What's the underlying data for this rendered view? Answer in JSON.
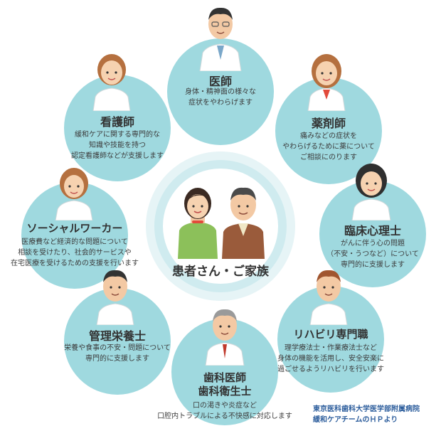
{
  "center": {
    "label": "患者さん・ご家族"
  },
  "roles": {
    "doctor": {
      "title": "医師",
      "desc": [
        "身体・精神面の様々な",
        "症状をやわらげます"
      ]
    },
    "nurse": {
      "title": "看護師",
      "desc": [
        "緩和ケアに関する専門的な",
        "知識や技能を持つ",
        "認定看護師などが支援します"
      ]
    },
    "pharmacist": {
      "title": "薬剤師",
      "desc": [
        "痛みなどの症状を",
        "やわらげるために薬について",
        "ご相談にのります"
      ]
    },
    "social_worker": {
      "title": "ソーシャルワーカー",
      "desc": [
        "医療費など経済的な問題について",
        "相談を受けたり、社会的サービスや",
        "在宅医療を受けるための支援を行います"
      ]
    },
    "psychologist": {
      "title": "臨床心理士",
      "desc": [
        "がんに伴う心の問題",
        "（不安・うつなど）について",
        "専門的に支援します"
      ]
    },
    "dietitian": {
      "title": "管理栄養士",
      "desc": [
        "栄養や食事の不安・問題について",
        "専門的に支援します"
      ]
    },
    "rehab": {
      "title": "リハビリ専門職",
      "desc": [
        "理学療法士・作業療法士など",
        "身体の機能を活用し、安全安楽に",
        "過ごせるようリハビリを行います"
      ]
    },
    "dentist": {
      "title1": "歯科医師",
      "title2": "歯科衛生士",
      "desc": [
        "口の渇きや炎症など",
        "口腔内トラブルによる不快感に対応します"
      ]
    }
  },
  "credit": [
    "東京医科歯科大学医学部附属病院",
    "緩和ケアチームのＨＰより"
  ],
  "colors": {
    "node": "#9fd9df",
    "halo": "#cfebef",
    "credit": "#2c5d9c"
  }
}
